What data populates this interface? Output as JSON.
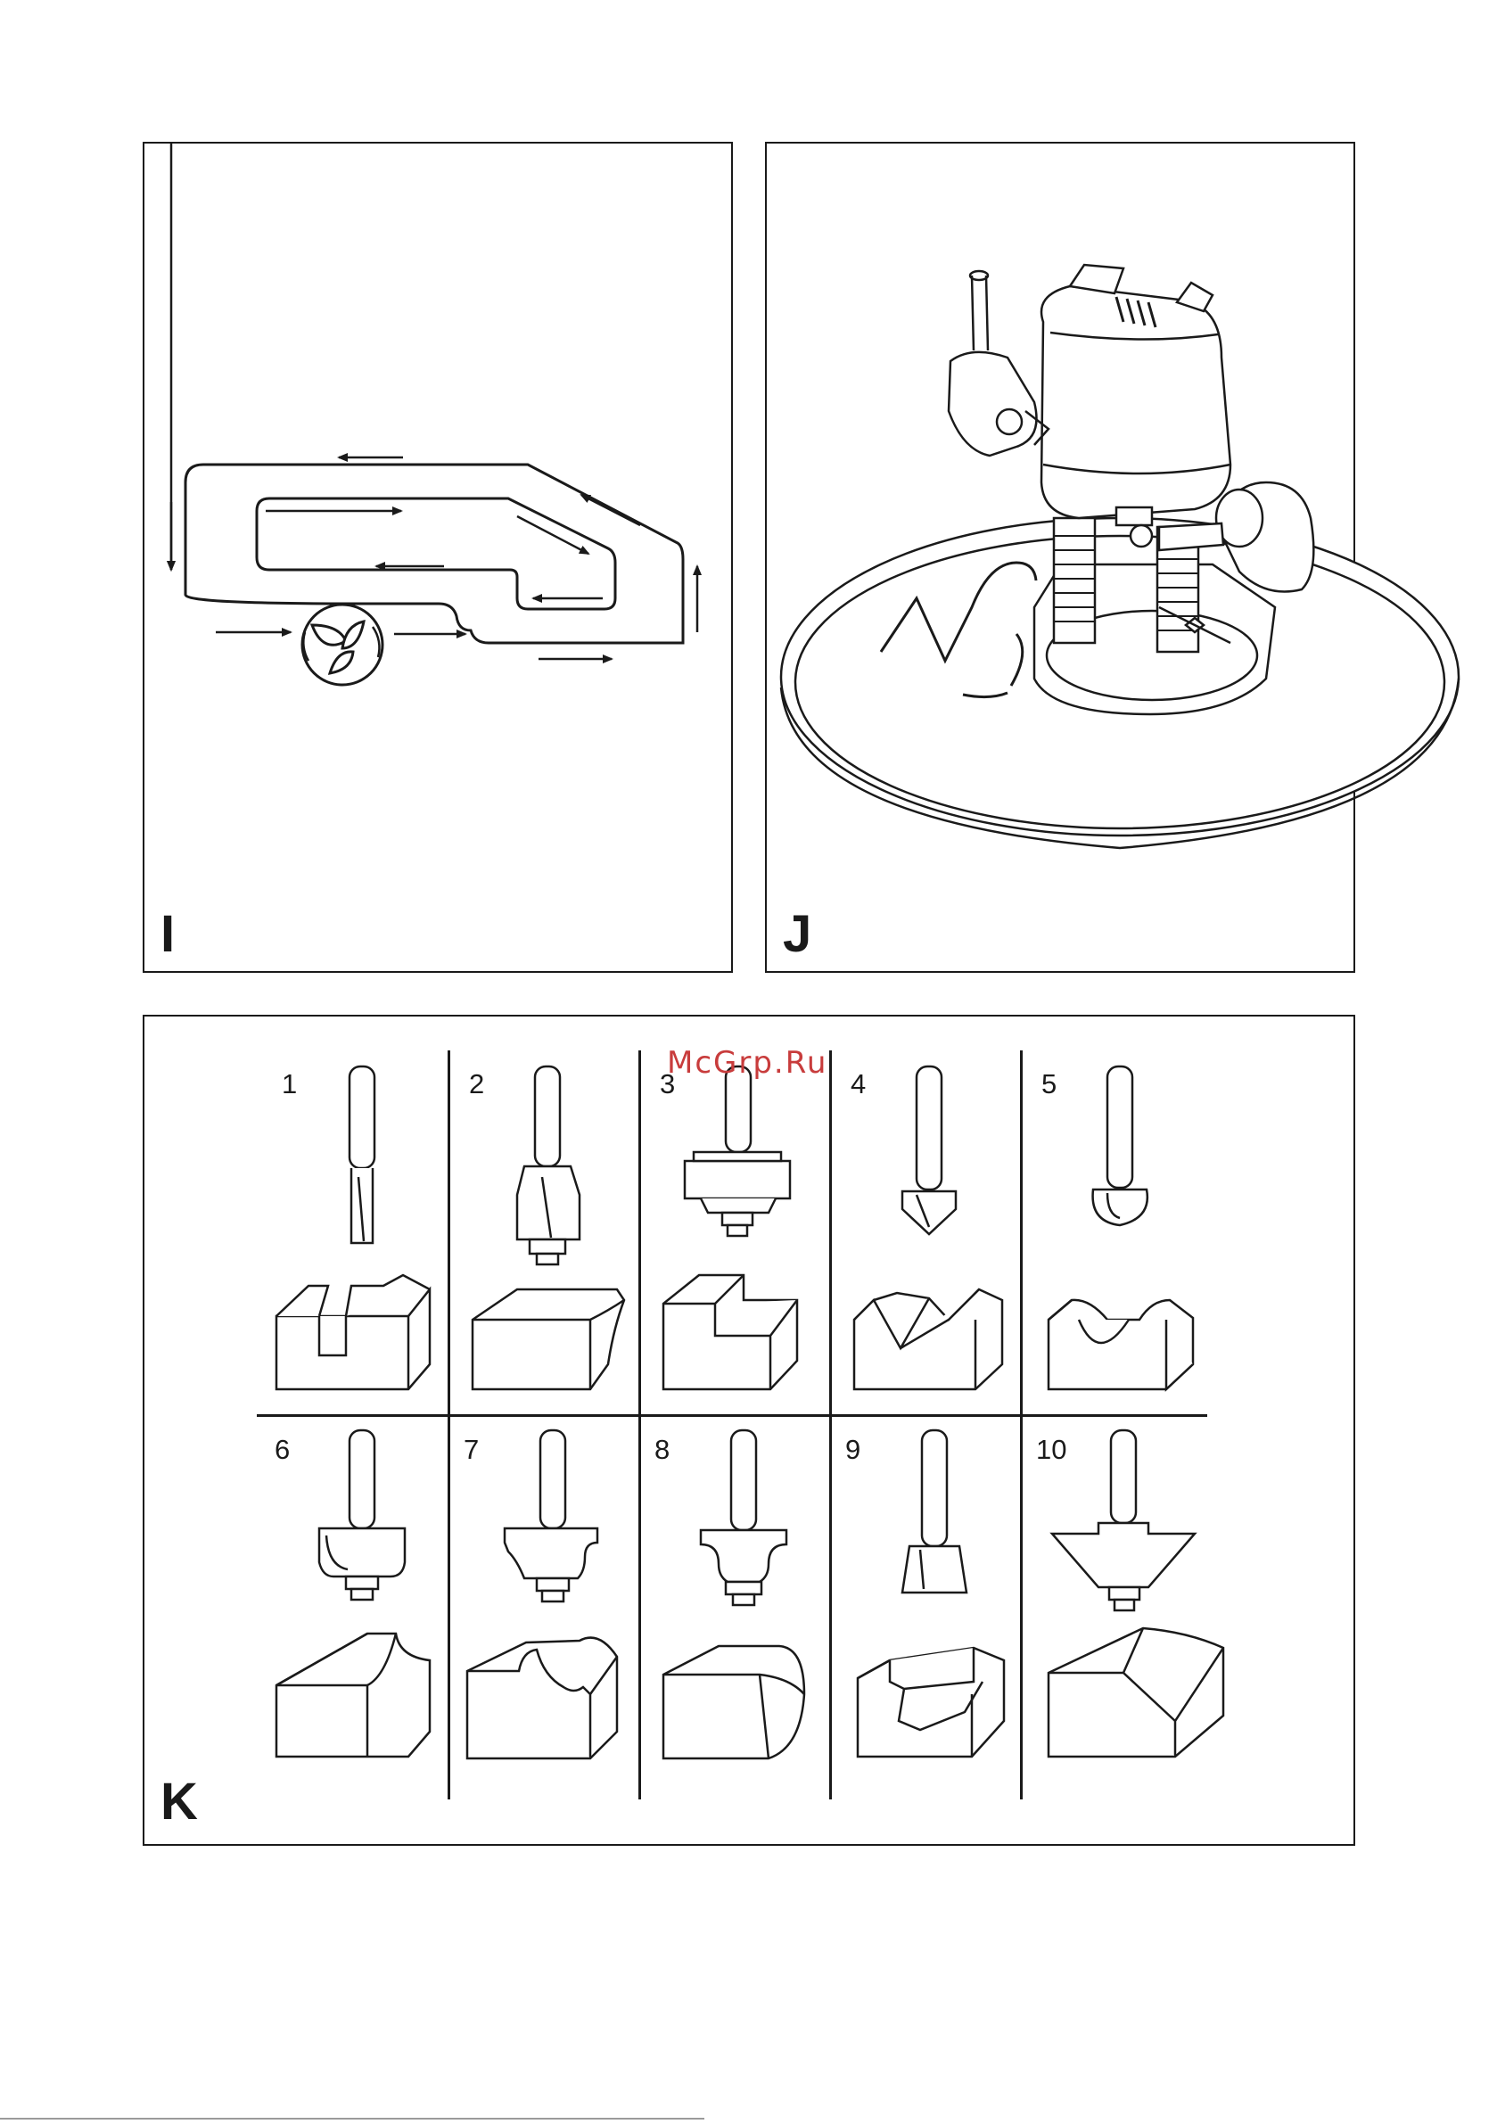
{
  "panels": {
    "i": {
      "letter": "I"
    },
    "j": {
      "letter": "J"
    },
    "k": {
      "letter": "K"
    }
  },
  "watermark": "McGrp.Ru",
  "bits": [
    {
      "number": "1"
    },
    {
      "number": "2"
    },
    {
      "number": "3"
    },
    {
      "number": "4"
    },
    {
      "number": "5"
    },
    {
      "number": "6"
    },
    {
      "number": "7"
    },
    {
      "number": "8"
    },
    {
      "number": "9"
    },
    {
      "number": "10"
    }
  ],
  "colors": {
    "line": "#1a1a1a",
    "watermark": "#c83c3c"
  }
}
